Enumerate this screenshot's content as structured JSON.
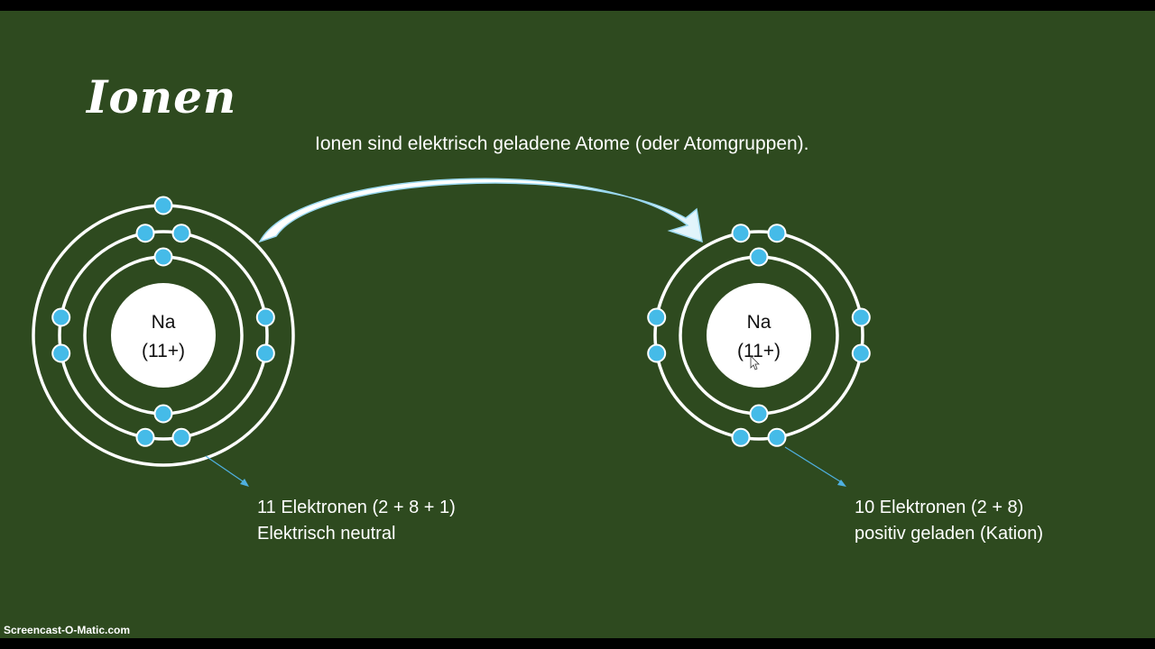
{
  "slide": {
    "title": "Ionen",
    "subtitle": "Ionen sind elektrisch geladene Atome (oder Atomgruppen).",
    "watermark": "Screencast-O-Matic.com"
  },
  "atoms": [
    {
      "element": "Na",
      "charge": "(11+)",
      "shells": [
        2,
        8,
        1
      ],
      "caption_line1": "11 Elektronen (2 + 8 + 1)",
      "caption_line2": "Elektrisch neutral"
    },
    {
      "element": "Na",
      "charge": "(11+)",
      "shells": [
        2,
        8
      ],
      "caption_line1": "10 Elektronen (2 + 8)",
      "caption_line2": "positiv geladen (Kation)"
    }
  ],
  "colors": {
    "background": "#2e4a1f",
    "electron": "#45bbe8",
    "shell": "#ffffff",
    "nucleus": "#ffffff",
    "arrow": "#ffffff",
    "pointer": "#4fb0e0"
  }
}
